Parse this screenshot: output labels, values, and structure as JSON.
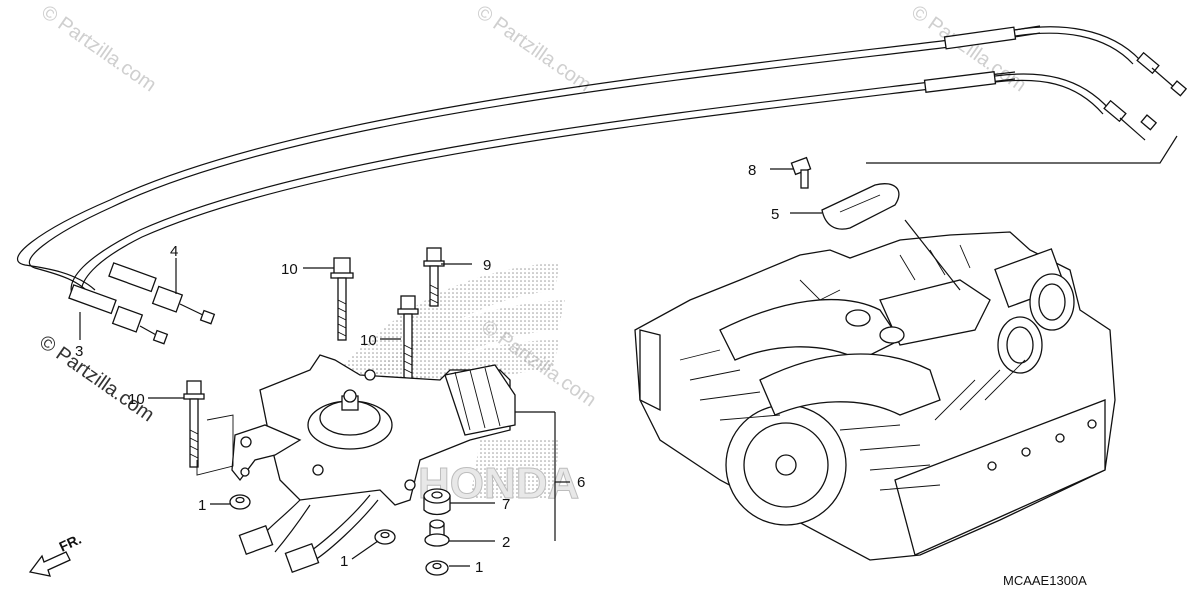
{
  "watermark": {
    "text": "© Partzilla.com"
  },
  "diagram_code": "MCAAE1300A",
  "front_arrow_label": "FR.",
  "callouts": {
    "c1a": "1",
    "c1b": "1",
    "c1c": "1",
    "c2": "2",
    "c3": "3",
    "c4": "4",
    "c5": "5",
    "c6": "6",
    "c7": "7",
    "c8": "8",
    "c9": "9",
    "c10a": "10",
    "c10b": "10",
    "c10c": "10"
  },
  "brand_mark": "HONDA"
}
